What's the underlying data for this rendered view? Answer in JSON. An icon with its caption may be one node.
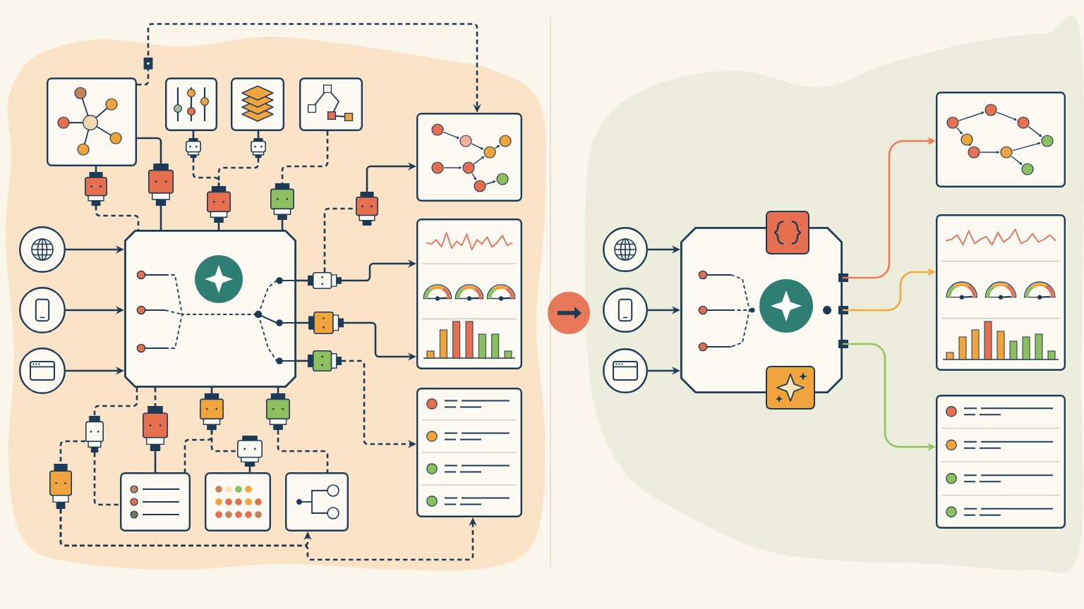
{
  "diagram": {
    "nodes": [
      {
        "text": [],
        "shape": "circle"
      },
      {
        "text": [],
        "shape": "circle"
      },
      {
        "text": [],
        "shape": "circle"
      },
      {
        "text": [],
        "shape": "box"
      },
      {
        "text": [],
        "shape": "box"
      },
      {
        "text": [],
        "shape": "box"
      },
      {
        "text": [],
        "shape": "box"
      },
      {
        "text": [],
        "shape": "box"
      },
      {
        "text": [],
        "shape": "box"
      },
      {
        "text": [],
        "shape": "box"
      },
      {
        "text": [],
        "shape": "box"
      },
      {
        "text": [],
        "shape": "box"
      },
      {
        "text": [],
        "shape": "box"
      },
      {
        "text": [],
        "shape": "box"
      },
      {
        "text": [],
        "shape": "plug"
      },
      {
        "text": [],
        "shape": "plug"
      },
      {
        "text": [],
        "shape": "plug"
      },
      {
        "text": [],
        "shape": "plug"
      },
      {
        "text": [],
        "shape": "plug"
      },
      {
        "text": [],
        "shape": "plug"
      },
      {
        "text": [],
        "shape": "plug"
      },
      {
        "text": [],
        "shape": "plug"
      },
      {
        "text": [],
        "shape": "plug"
      },
      {
        "text": [],
        "shape": "plug"
      },
      {
        "text": [],
        "shape": "plug"
      },
      {
        "text": [],
        "shape": "plug"
      },
      {
        "text": [],
        "shape": "plug"
      },
      {
        "text": [],
        "shape": "plug"
      },
      {
        "text": [],
        "shape": "plug"
      },
      {
        "text": [],
        "shape": "plug"
      },
      {
        "text": [],
        "shape": "circle"
      },
      {
        "text": [],
        "shape": "circle"
      },
      {
        "text": [],
        "shape": "circle"
      },
      {
        "text": [],
        "shape": "box"
      },
      {
        "text": [],
        "shape": "box"
      },
      {
        "text": [],
        "shape": "box"
      },
      {
        "text": [],
        "shape": "box"
      }
    ],
    "edges": [
      {
        "from": 0,
        "to": 3,
        "arrow": "to"
      },
      {
        "from": 1,
        "to": 3,
        "arrow": "to"
      },
      {
        "from": 2,
        "to": 3,
        "arrow": "to"
      },
      {
        "from": 4,
        "to": 8,
        "arrow": "to",
        "style": "dashed"
      },
      {
        "from": 4,
        "to": 15,
        "arrow": "none"
      },
      {
        "from": 15,
        "to": 3,
        "arrow": "none"
      },
      {
        "from": 4,
        "to": 14,
        "arrow": "none"
      },
      {
        "from": 14,
        "to": 3,
        "arrow": "none",
        "style": "dashed"
      },
      {
        "from": 5,
        "to": 16,
        "arrow": "none"
      },
      {
        "from": 16,
        "to": 18,
        "arrow": "none",
        "style": "dashed"
      },
      {
        "from": 6,
        "to": 17,
        "arrow": "none"
      },
      {
        "from": 17,
        "to": 18,
        "arrow": "none",
        "style": "dashed"
      },
      {
        "from": 18,
        "to": 3,
        "arrow": "none"
      },
      {
        "from": 7,
        "to": 19,
        "arrow": "none",
        "style": "dashed"
      },
      {
        "from": 19,
        "to": 3,
        "arrow": "none"
      },
      {
        "from": 21,
        "to": 20,
        "arrow": "none",
        "style": "dashed"
      },
      {
        "from": 20,
        "to": 8,
        "arrow": "to"
      },
      {
        "from": 3,
        "to": 21,
        "arrow": "none"
      },
      {
        "from": 21,
        "to": 9,
        "arrow": "to"
      },
      {
        "from": 3,
        "to": 22,
        "arrow": "none"
      },
      {
        "from": 22,
        "to": 9,
        "arrow": "to"
      },
      {
        "from": 3,
        "to": 23,
        "arrow": "none"
      },
      {
        "from": 23,
        "to": 10,
        "arrow": "to",
        "style": "dashed"
      },
      {
        "from": 3,
        "to": 24,
        "arrow": "none",
        "style": "dashed"
      },
      {
        "from": 24,
        "to": 25,
        "arrow": "none",
        "style": "dashed"
      },
      {
        "from": 24,
        "to": 11,
        "arrow": "none",
        "style": "dashed"
      },
      {
        "from": 3,
        "to": 26,
        "arrow": "none",
        "style": "dashed"
      },
      {
        "from": 26,
        "to": 11,
        "arrow": "none"
      },
      {
        "from": 3,
        "to": 27,
        "arrow": "none"
      },
      {
        "from": 27,
        "to": 28,
        "arrow": "none",
        "style": "dashed"
      },
      {
        "from": 27,
        "to": 11,
        "arrow": "none",
        "style": "dashed"
      },
      {
        "from": 28,
        "to": 12,
        "arrow": "none"
      },
      {
        "from": 3,
        "to": 29,
        "arrow": "none"
      },
      {
        "from": 29,
        "to": 13,
        "arrow": "none",
        "style": "dashed"
      },
      {
        "from": 25,
        "to": 13,
        "arrow": "to",
        "style": "dashed"
      },
      {
        "from": 25,
        "to": 10,
        "arrow": "to",
        "style": "dashed"
      },
      {
        "from": 30,
        "to": 33,
        "arrow": "to"
      },
      {
        "from": 31,
        "to": 33,
        "arrow": "to"
      },
      {
        "from": 32,
        "to": 33,
        "arrow": "to"
      },
      {
        "from": 33,
        "to": 34,
        "arrow": "to",
        "color": "#ee7a55"
      },
      {
        "from": 33,
        "to": 35,
        "arrow": "to",
        "color": "#f2a83b"
      },
      {
        "from": 33,
        "to": 36,
        "arrow": "to",
        "color": "#95c263"
      }
    ]
  }
}
